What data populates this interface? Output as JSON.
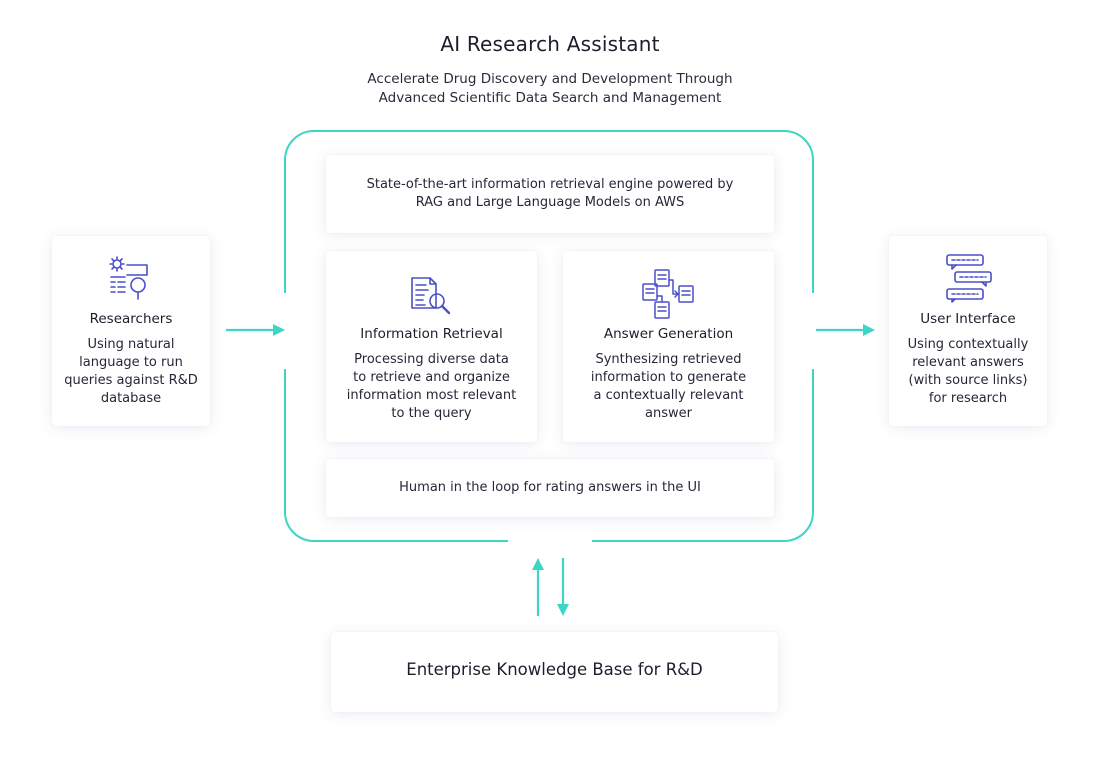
{
  "header": {
    "title": "AI Research Assistant",
    "subtitle_line1": "Accelerate Drug Discovery and Development Through",
    "subtitle_line2": "Advanced Scientific Data Search and Management"
  },
  "core": {
    "engine_line1": "State-of-the-art information retrieval engine powered by",
    "engine_line2": "RAG and Large Language Models on AWS",
    "retrieval": {
      "title": "Information Retrieval",
      "lines": [
        "Processing diverse data",
        "to retrieve and organize",
        "information most relevant",
        "to the query"
      ]
    },
    "generation": {
      "title": "Answer Generation",
      "lines": [
        "Synthesizing retrieved",
        "information to generate",
        "a contextually relevant",
        "answer"
      ]
    },
    "human_loop": "Human in the loop for rating answers in the UI"
  },
  "researchers": {
    "title": "Researchers",
    "lines": [
      "Using natural",
      "language to run",
      "queries against R&D",
      "database"
    ]
  },
  "user_interface": {
    "title": "User Interface",
    "lines": [
      "Using contextually",
      "relevant answers",
      "(with source links)",
      "for research"
    ]
  },
  "knowledge_base": {
    "label": "Enterprise Knowledge Base for R&D"
  },
  "colors": {
    "accent": "#3dd5c4",
    "icon": "#4a4fc9"
  },
  "icons": {
    "researchers": "gear-magnifier-icon",
    "retrieval": "document-search-icon",
    "generation": "documents-flow-icon",
    "user_interface": "chat-bubbles-icon"
  }
}
